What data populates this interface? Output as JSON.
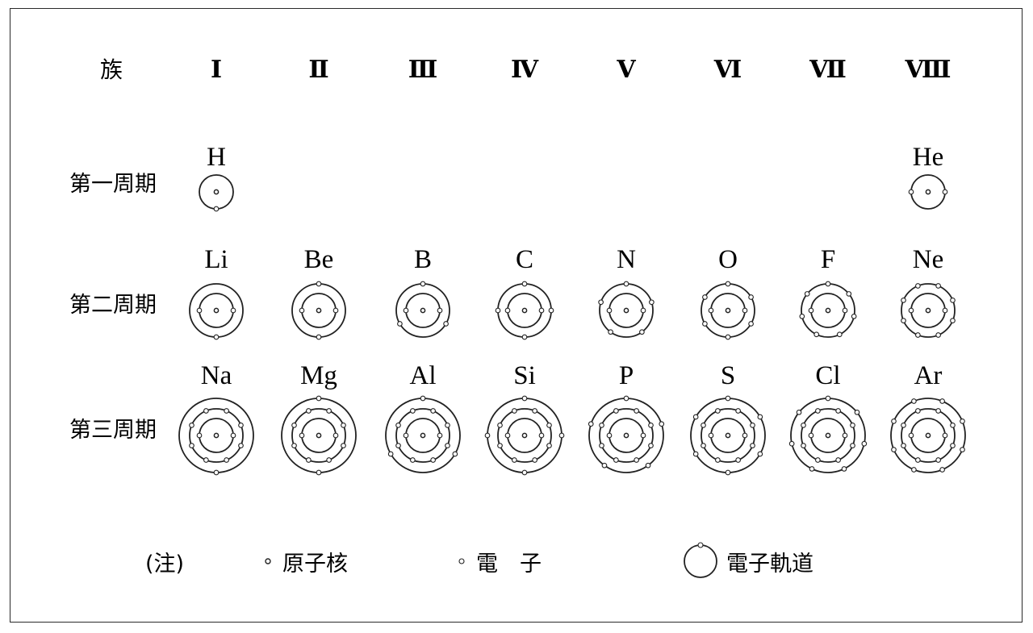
{
  "header": {
    "label": "族"
  },
  "groups": [
    "Ⅰ",
    "Ⅱ",
    "Ⅲ",
    "Ⅳ",
    "Ⅴ",
    "Ⅵ",
    "Ⅶ",
    "Ⅷ"
  ],
  "periods": [
    {
      "label": "第一周期",
      "elements": [
        {
          "symbol": "H",
          "group": 1,
          "shells": [
            1
          ]
        },
        {
          "symbol": "He",
          "group": 8,
          "shells": [
            2
          ]
        }
      ]
    },
    {
      "label": "第二周期",
      "elements": [
        {
          "symbol": "Li",
          "group": 1,
          "shells": [
            2,
            1
          ]
        },
        {
          "symbol": "Be",
          "group": 2,
          "shells": [
            2,
            2
          ]
        },
        {
          "symbol": "B",
          "group": 3,
          "shells": [
            2,
            3
          ]
        },
        {
          "symbol": "C",
          "group": 4,
          "shells": [
            2,
            4
          ]
        },
        {
          "symbol": "N",
          "group": 5,
          "shells": [
            2,
            5
          ]
        },
        {
          "symbol": "O",
          "group": 6,
          "shells": [
            2,
            6
          ]
        },
        {
          "symbol": "F",
          "group": 7,
          "shells": [
            2,
            7
          ]
        },
        {
          "symbol": "Ne",
          "group": 8,
          "shells": [
            2,
            8
          ]
        }
      ]
    },
    {
      "label": "第三周期",
      "elements": [
        {
          "symbol": "Na",
          "group": 1,
          "shells": [
            2,
            8,
            1
          ]
        },
        {
          "symbol": "Mg",
          "group": 2,
          "shells": [
            2,
            8,
            2
          ]
        },
        {
          "symbol": "Al",
          "group": 3,
          "shells": [
            2,
            8,
            3
          ]
        },
        {
          "symbol": "Si",
          "group": 4,
          "shells": [
            2,
            8,
            4
          ]
        },
        {
          "symbol": "P",
          "group": 5,
          "shells": [
            2,
            8,
            5
          ]
        },
        {
          "symbol": "S",
          "group": 6,
          "shells": [
            2,
            8,
            6
          ]
        },
        {
          "symbol": "Cl",
          "group": 7,
          "shells": [
            2,
            8,
            7
          ]
        },
        {
          "symbol": "Ar",
          "group": 8,
          "shells": [
            2,
            8,
            8
          ]
        }
      ]
    }
  ],
  "legend": {
    "note": "(注)",
    "nucleus": "原子核",
    "electron": "電　子",
    "orbit": "電子軌道"
  }
}
